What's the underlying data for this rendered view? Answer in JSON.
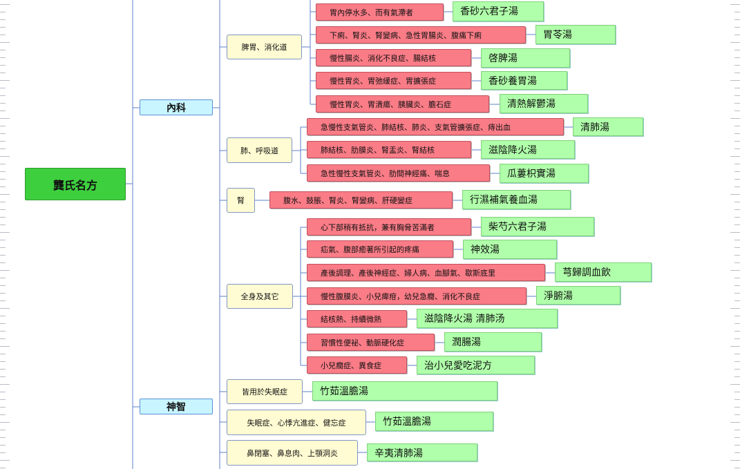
{
  "root": {
    "label": "龔氏名方"
  },
  "categories": [
    {
      "label": "內科"
    },
    {
      "label": "神智"
    }
  ],
  "subcategories": [
    {
      "label": "脾胃、消化道"
    },
    {
      "label": "肺、呼吸道"
    },
    {
      "label": "腎"
    },
    {
      "label": "全身及其它"
    },
    {
      "label": "皆用於失眠症"
    },
    {
      "label": "失眠症、心悸亢進症、健忘症"
    },
    {
      "label": "鼻閉塞、鼻息肉、上顎洞炎"
    }
  ],
  "symptoms": [
    {
      "label": "胃內停水多、而有氣滯者"
    },
    {
      "label": "下痢、腎炎、腎變病、急性胃腸炎、腹痛下痢"
    },
    {
      "label": "慢性腸炎、消化不良症、腸結核"
    },
    {
      "label": "慢性胃炎、胃弛緩症、胃擴張症"
    },
    {
      "label": "慢性胃炎、胃潰瘍、胰臟炎、膽石症"
    },
    {
      "label": "急慢性支氣管炎、肺結核、肺炎、支氣管擴張症、痔出血"
    },
    {
      "label": "肺結核、肋膜炎、腎盂炎、腎結核"
    },
    {
      "label": "急性慢性支氣管炎、肋間神經痛、喘息"
    },
    {
      "label": "腹水、鼓脹、腎炎、腎變病、肝硬變症"
    },
    {
      "label": "心下部稍有抵抗，兼有胸脅苦滿者"
    },
    {
      "label": "疝氣、腹部癒著所引起的疼痛"
    },
    {
      "label": "產後調理、產後神經症、婦人病、血腳氣、歇斯底里"
    },
    {
      "label": "慢性腹膜炎、小兒痺疳，幼兒急癇、消化不良症"
    },
    {
      "label": "結核熱、持續微熱"
    },
    {
      "label": "習慣性便祕、動脈硬化症"
    },
    {
      "label": "小兒癇症、異食症"
    }
  ],
  "formulas": [
    {
      "label": "香砂六君子湯"
    },
    {
      "label": "胃苓湯"
    },
    {
      "label": "啓脾湯"
    },
    {
      "label": "香砂養胃湯"
    },
    {
      "label": "清熱解鬱湯"
    },
    {
      "label": "清肺湯"
    },
    {
      "label": "滋陰降火湯"
    },
    {
      "label": "瓜蔞枳實湯"
    },
    {
      "label": "行濕補氣養血湯"
    },
    {
      "label": "柴芍六君子湯"
    },
    {
      "label": "神效湯"
    },
    {
      "label": "芎歸調血飲"
    },
    {
      "label": "淨腑湯"
    },
    {
      "label": "滋陰降火湯  清肺汤"
    },
    {
      "label": "潤腸湯"
    },
    {
      "label": "治小兒愛吃泥方"
    },
    {
      "label": "竹茹溫膽湯"
    },
    {
      "label": "竹茹溫膽湯"
    },
    {
      "label": "辛夷清肺湯"
    }
  ],
  "colors": {
    "root": "#3ecf3e",
    "category": "#c8f5ff",
    "subcategory": "#fffbd2",
    "symptom": "#fa7c87",
    "formula": "#b0ffaa",
    "connector": "#5b7fc9"
  }
}
